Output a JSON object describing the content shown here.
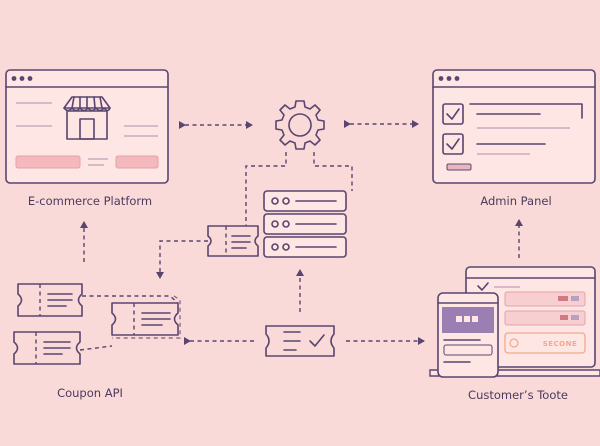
{
  "labels": {
    "ecommerce": "E-commerce Platform",
    "admin": "Admin Panel",
    "coupon_api": "Coupon API",
    "customer": "Customer’s Toote"
  },
  "phone_button": "SECONE",
  "colors": {
    "background": "#fadad8",
    "ink": "#5a4570",
    "accent_purple": "#9b7fb3",
    "accent_orange": "#f2a98c"
  },
  "icons": [
    "shop-icon",
    "gear-icon",
    "server-icon",
    "ticket-icon",
    "checkbox-icon",
    "check-icon"
  ]
}
